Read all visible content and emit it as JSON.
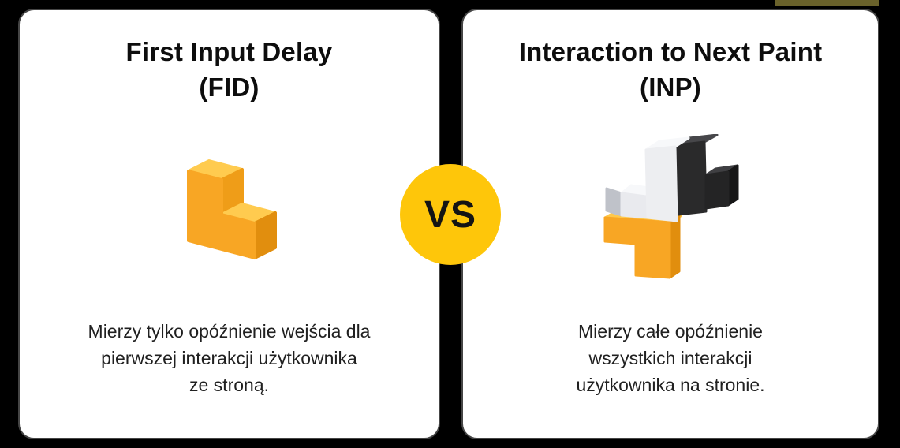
{
  "background_color": "#000000",
  "decor": {
    "olive_strip_color": "#6a622b"
  },
  "vs_badge": {
    "label": "VS",
    "bg_color": "#fec60a",
    "text_color": "#141414"
  },
  "cards": {
    "left": {
      "title_line1": "First Input Delay",
      "title_line2": "(FID)",
      "icon": "yellow-l-block-3d-icon",
      "description_lines": [
        "Mierzy tylko opóźnienie wejścia dla",
        "pierwszej interakcji użytkownika",
        "ze stroną."
      ]
    },
    "right": {
      "title_line1": "Interaction to Next Paint",
      "title_line2": "(INP)",
      "icon": "interlocked-blocks-3d-icon",
      "description_lines": [
        "Mierzy całe opóźnienie",
        "wszystkich interakcji",
        "użytkownika na stronie."
      ]
    }
  },
  "icon_colors": {
    "yellow_front": "#f8a624",
    "yellow_top": "#ffcb4f",
    "yellow_dark": "#e18e0e",
    "white_front": "#edeef1",
    "white_top": "#f7f8fa",
    "white_dark": "#bfc2c9",
    "black_front": "#2a2a2b",
    "black_top": "#47474a",
    "black_dark": "#161617"
  }
}
